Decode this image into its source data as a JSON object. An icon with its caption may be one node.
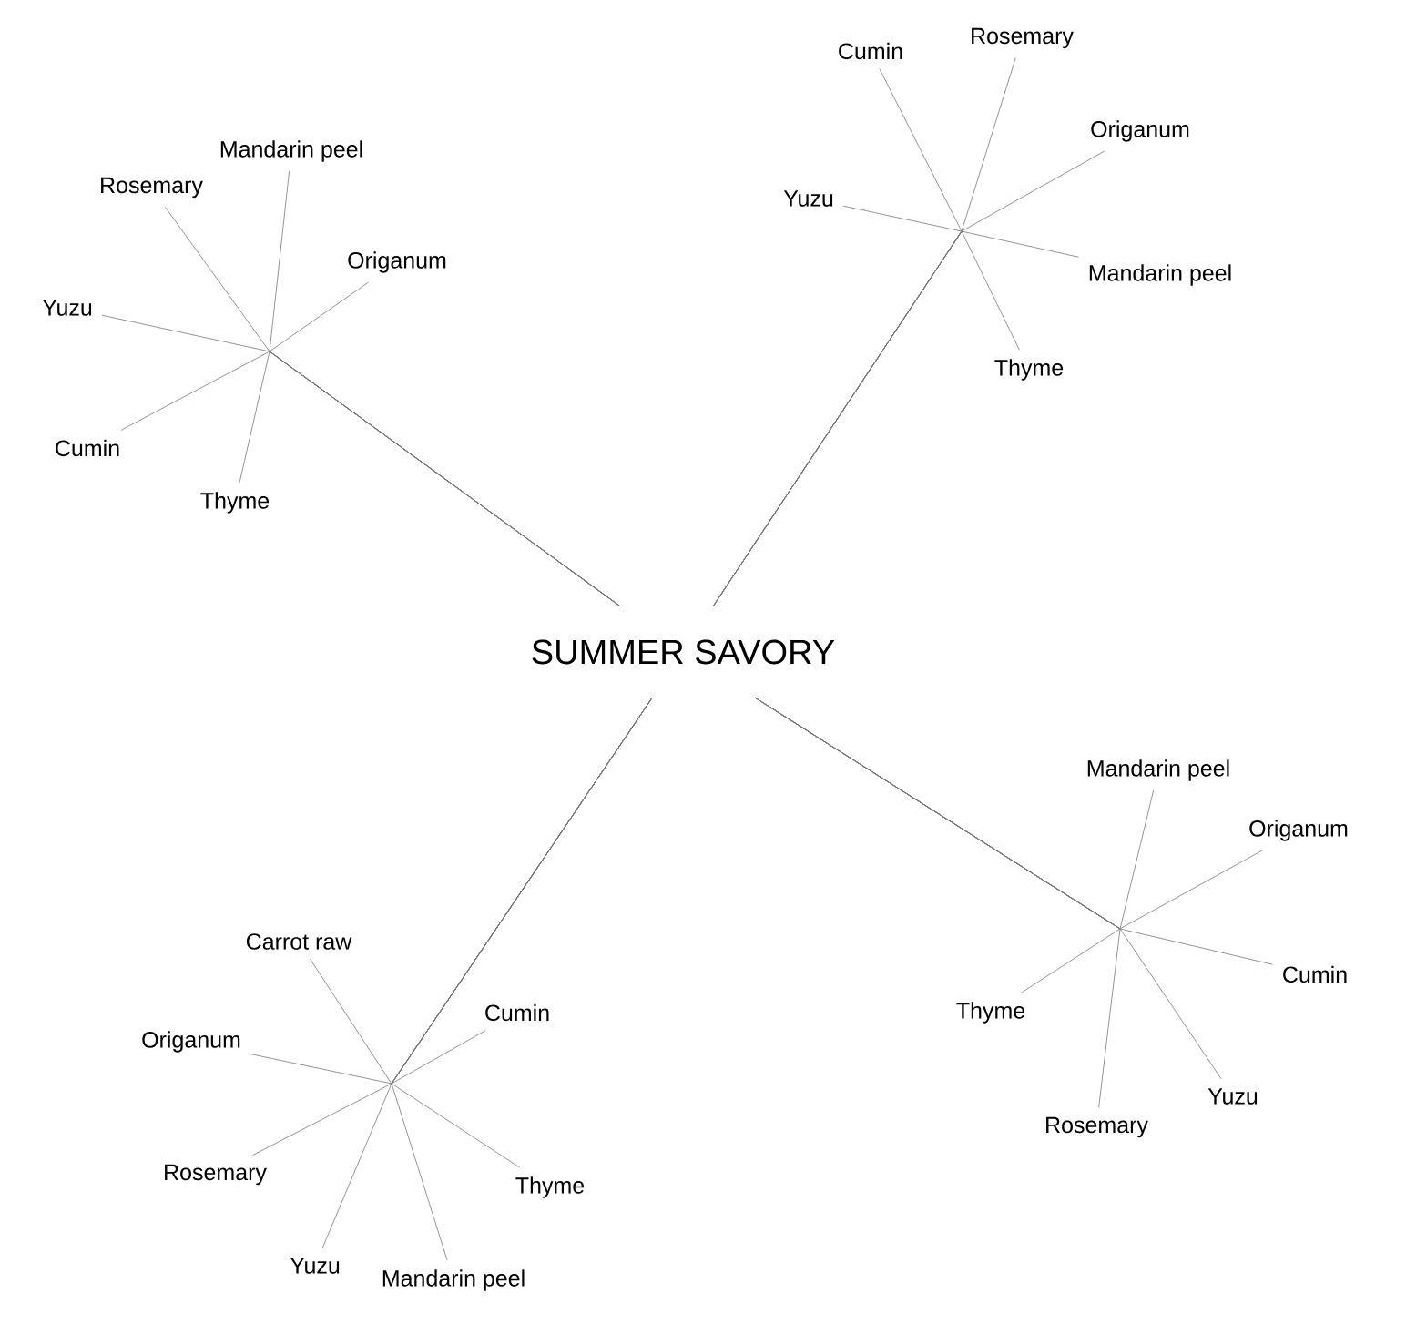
{
  "diagram": {
    "nodes": [
      {
        "text": [
          "SUMMER SAVORY"
        ]
      },
      {
        "text": [
          "Mandarin peel"
        ]
      },
      {
        "text": [
          "Rosemary"
        ]
      },
      {
        "text": [
          "Origanum"
        ]
      },
      {
        "text": [
          "Yuzu"
        ]
      },
      {
        "text": [
          "Cumin"
        ]
      },
      {
        "text": [
          "Thyme"
        ]
      },
      {
        "text": [
          "Cumin"
        ]
      },
      {
        "text": [
          "Rosemary"
        ]
      },
      {
        "text": [
          "Origanum"
        ]
      },
      {
        "text": [
          "Yuzu"
        ]
      },
      {
        "text": [
          "Mandarin peel"
        ]
      },
      {
        "text": [
          "Thyme"
        ]
      },
      {
        "text": [
          "Carrot raw"
        ]
      },
      {
        "text": [
          "Cumin"
        ]
      },
      {
        "text": [
          "Origanum"
        ]
      },
      {
        "text": [
          "Rosemary"
        ]
      },
      {
        "text": [
          "Thyme"
        ]
      },
      {
        "text": [
          "Yuzu"
        ]
      },
      {
        "text": [
          "Mandarin peel"
        ]
      },
      {
        "text": [
          "Mandarin peel"
        ]
      },
      {
        "text": [
          "Origanum"
        ]
      },
      {
        "text": [
          "Cumin"
        ]
      },
      {
        "text": [
          "Thyme"
        ]
      },
      {
        "text": [
          "Yuzu"
        ]
      },
      {
        "text": [
          "Rosemary"
        ]
      }
    ],
    "edges": [
      {
        "from": 0,
        "to": 1,
        "arrow": "none"
      },
      {
        "from": 0,
        "to": 2,
        "arrow": "none"
      },
      {
        "from": 0,
        "to": 3,
        "arrow": "none"
      },
      {
        "from": 0,
        "to": 4,
        "arrow": "none"
      },
      {
        "from": 0,
        "to": 5,
        "arrow": "none"
      },
      {
        "from": 0,
        "to": 6,
        "arrow": "none"
      },
      {
        "from": 0,
        "to": 7,
        "arrow": "none"
      },
      {
        "from": 0,
        "to": 8,
        "arrow": "none"
      },
      {
        "from": 0,
        "to": 9,
        "arrow": "none"
      },
      {
        "from": 0,
        "to": 10,
        "arrow": "none"
      },
      {
        "from": 0,
        "to": 11,
        "arrow": "none"
      },
      {
        "from": 0,
        "to": 12,
        "arrow": "none"
      },
      {
        "from": 0,
        "to": 13,
        "arrow": "none"
      },
      {
        "from": 0,
        "to": 14,
        "arrow": "none"
      },
      {
        "from": 0,
        "to": 15,
        "arrow": "none"
      },
      {
        "from": 0,
        "to": 16,
        "arrow": "none"
      },
      {
        "from": 0,
        "to": 17,
        "arrow": "none"
      },
      {
        "from": 0,
        "to": 18,
        "arrow": "none"
      },
      {
        "from": 0,
        "to": 19,
        "arrow": "none"
      },
      {
        "from": 0,
        "to": 20,
        "arrow": "none"
      },
      {
        "from": 0,
        "to": 21,
        "arrow": "none"
      },
      {
        "from": 0,
        "to": 22,
        "arrow": "none"
      },
      {
        "from": 0,
        "to": 23,
        "arrow": "none"
      },
      {
        "from": 0,
        "to": 24,
        "arrow": "none"
      },
      {
        "from": 0,
        "to": 25,
        "arrow": "none"
      }
    ]
  }
}
